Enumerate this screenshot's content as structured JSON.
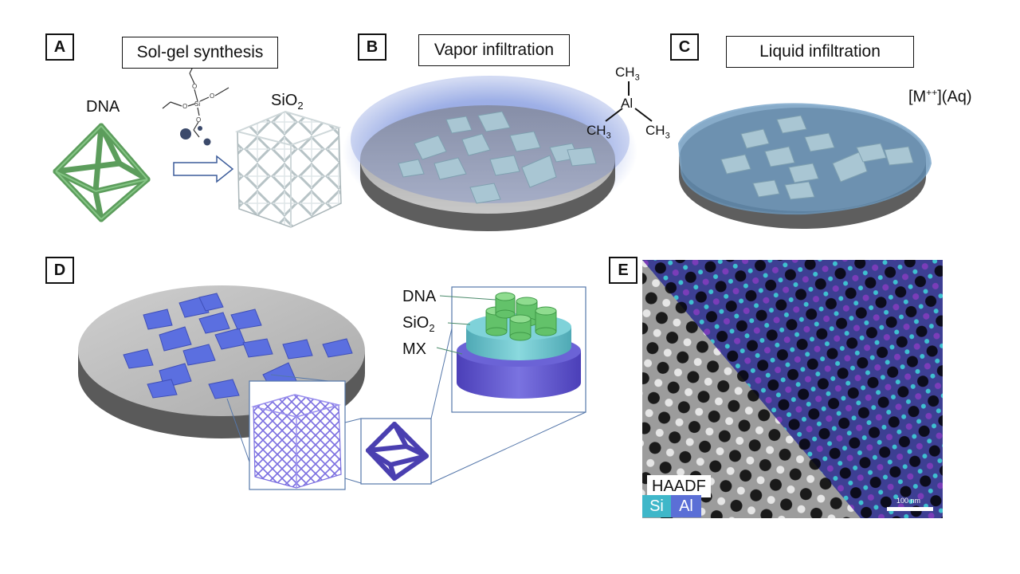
{
  "panels": {
    "a": {
      "label": "A",
      "title": "Sol-gel synthesis",
      "dna_label": "DNA",
      "sio2_main": "SiO",
      "sio2_sub": "2"
    },
    "b": {
      "label": "B",
      "title": "Vapor infiltration"
    },
    "c": {
      "label": "C",
      "title": "Liquid infiltration",
      "ion_base": "[M",
      "ion_sup": "++",
      "ion_tail": "](Aq)"
    },
    "d": {
      "label": "D",
      "layer_dna": "DNA",
      "layer_sio2_main": "SiO",
      "layer_sio2_sub": "2",
      "layer_mx": "MX"
    },
    "e": {
      "label": "E",
      "haadf": "HAADF",
      "si": "Si",
      "al": "Al",
      "scale": "100 nm"
    }
  },
  "molecule_tma": {
    "top": "CH",
    "top_sub": "3",
    "center": "Al",
    "left": "CH",
    "left_sub": "3",
    "right": "CH",
    "right_sub": "3"
  },
  "colors": {
    "dna_green": "#6fb36f",
    "silica_gray": "#c9d3d6",
    "substrate": "#8a8a8a",
    "vapor_blue": "#4b6bd0",
    "liquid_blue": "#5f8fb8",
    "mx_purple": "#6b63d6",
    "si_cyan": "#3fb7c9",
    "al_blue": "#5b6fd6"
  }
}
